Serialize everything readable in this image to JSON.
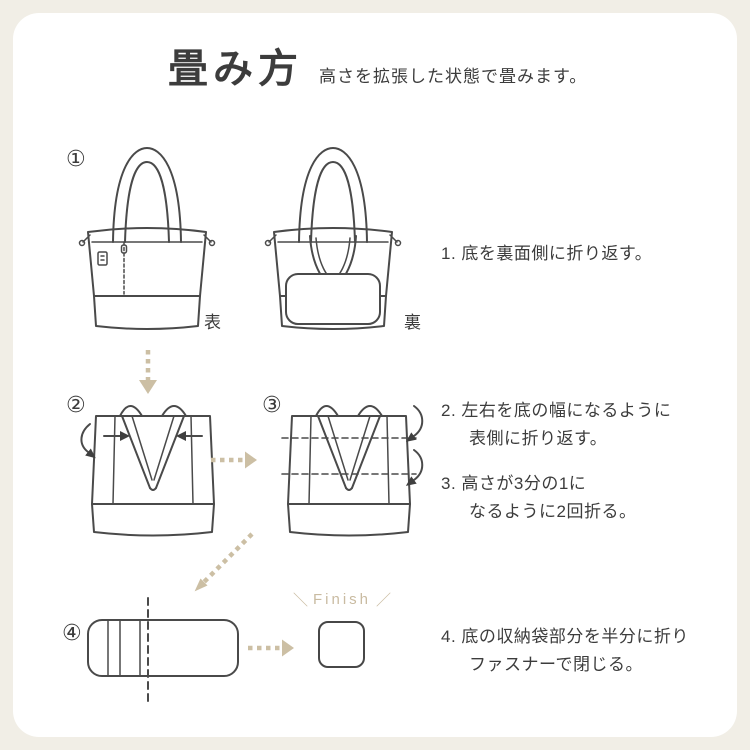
{
  "header": {
    "title": "畳み方",
    "subtitle": "高さを拡張した状態で畳みます。"
  },
  "step_markers": {
    "s1": "①",
    "s2": "②",
    "s3": "③",
    "s4": "④"
  },
  "bag_labels": {
    "front": "表",
    "back": "裏"
  },
  "instructions": {
    "i1": "1. 底を裏面側に折り返す。",
    "i2": "2. 左右を底の幅になるように\n表側に折り返す。",
    "i3": "3. 高さが3分の1に\nなるように2回折る。",
    "i4": "4. 底の収納袋部分を半分に折り\nファスナーで閉じる。"
  },
  "finish": {
    "left_mark": "＼",
    "label": "Finish",
    "right_mark": "／"
  },
  "colors": {
    "background_frame": "#f1eee6",
    "card": "#ffffff",
    "line": "#4a4a4a",
    "text": "#3c3c3c",
    "accent_tan": "#ccbfa4"
  }
}
